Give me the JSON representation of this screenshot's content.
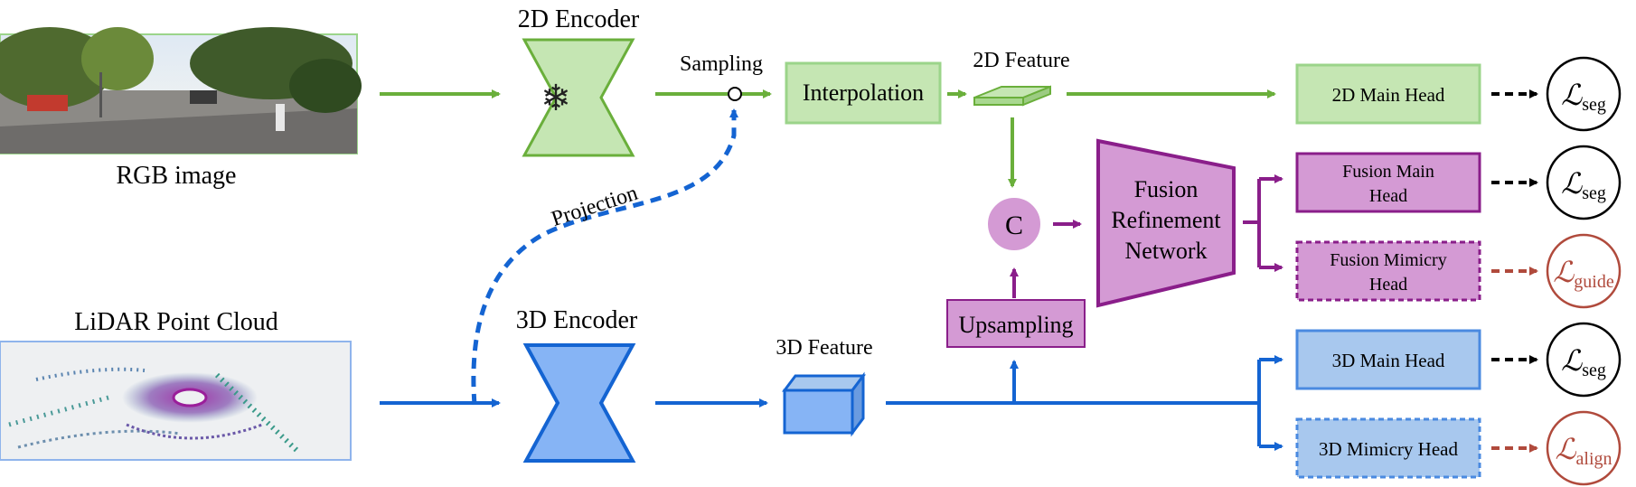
{
  "labels": {
    "rgb_image": "RGB image",
    "lidar": "LiDAR Point Cloud",
    "encoder_2d": "2D Encoder",
    "encoder_3d": "3D Encoder",
    "sampling": "Sampling",
    "projection": "Projection",
    "interpolation": "Interpolation",
    "feature_2d": "2D Feature",
    "feature_3d": "3D Feature",
    "concat": "C",
    "fusion_net_1": "Fusion",
    "fusion_net_2": "Refinement",
    "fusion_net_3": "Network",
    "upsampling": "Upsampling",
    "head_2d_main": "2D Main Head",
    "head_fusion_main_1": "Fusion Main",
    "head_fusion_main_2": "Head",
    "head_fusion_mimicry_1": "Fusion Mimicry",
    "head_fusion_mimicry_2": "Head",
    "head_3d_main": "3D Main Head",
    "head_3d_mimicry": "3D Mimicry Head"
  },
  "losses": {
    "symbol": "ℒ",
    "seg": "seg",
    "guide": "guide",
    "align": "align"
  },
  "colors": {
    "green": "#6aaf3b",
    "green_fill": "#c5e6b3",
    "blue": "#1464d2",
    "blue_fill": "#86b4f5",
    "blue_head_fill": "#a8c8ee",
    "purple": "#8a1e8a",
    "purple_fill": "#d49ad4",
    "loss_red": "#b04a3c"
  }
}
